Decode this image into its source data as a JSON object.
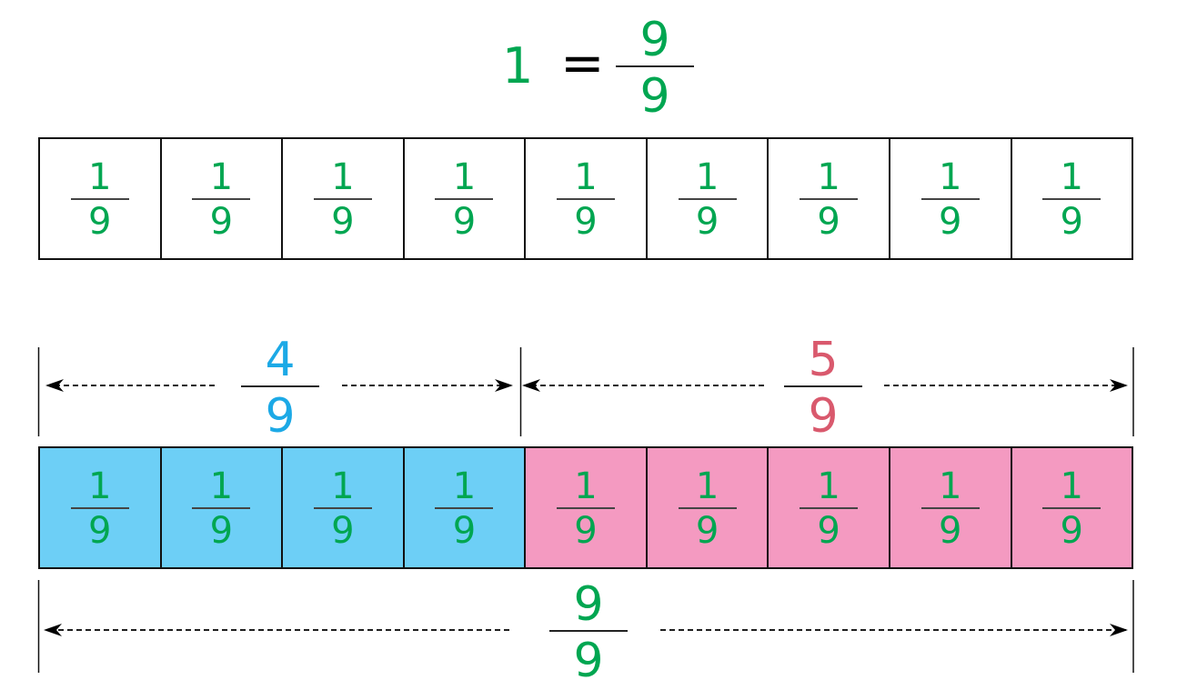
{
  "header": {
    "whole": "1",
    "equals": "=",
    "fraction": {
      "numerator": "9",
      "denominator": "9"
    }
  },
  "colors": {
    "fraction_text": "#00a651",
    "part_a_fill": "#6dcff6",
    "part_b_fill": "#f49ac1",
    "part_a_label": "#1ca9e6",
    "part_b_label": "#d9596d",
    "outline": "#111111"
  },
  "unit_strip": {
    "cells": [
      {
        "numerator": "1",
        "denominator": "9"
      },
      {
        "numerator": "1",
        "denominator": "9"
      },
      {
        "numerator": "1",
        "denominator": "9"
      },
      {
        "numerator": "1",
        "denominator": "9"
      },
      {
        "numerator": "1",
        "denominator": "9"
      },
      {
        "numerator": "1",
        "denominator": "9"
      },
      {
        "numerator": "1",
        "denominator": "9"
      },
      {
        "numerator": "1",
        "denominator": "9"
      },
      {
        "numerator": "1",
        "denominator": "9"
      }
    ]
  },
  "split_strip": {
    "part_a": {
      "numerator": "4",
      "denominator": "9",
      "cell_count": 4
    },
    "part_b": {
      "numerator": "5",
      "denominator": "9",
      "cell_count": 5
    },
    "cells": [
      {
        "numerator": "1",
        "denominator": "9",
        "group": "a"
      },
      {
        "numerator": "1",
        "denominator": "9",
        "group": "a"
      },
      {
        "numerator": "1",
        "denominator": "9",
        "group": "a"
      },
      {
        "numerator": "1",
        "denominator": "9",
        "group": "a"
      },
      {
        "numerator": "1",
        "denominator": "9",
        "group": "b"
      },
      {
        "numerator": "1",
        "denominator": "9",
        "group": "b"
      },
      {
        "numerator": "1",
        "denominator": "9",
        "group": "b"
      },
      {
        "numerator": "1",
        "denominator": "9",
        "group": "b"
      },
      {
        "numerator": "1",
        "denominator": "9",
        "group": "b"
      }
    ],
    "total": {
      "numerator": "9",
      "denominator": "9"
    }
  }
}
